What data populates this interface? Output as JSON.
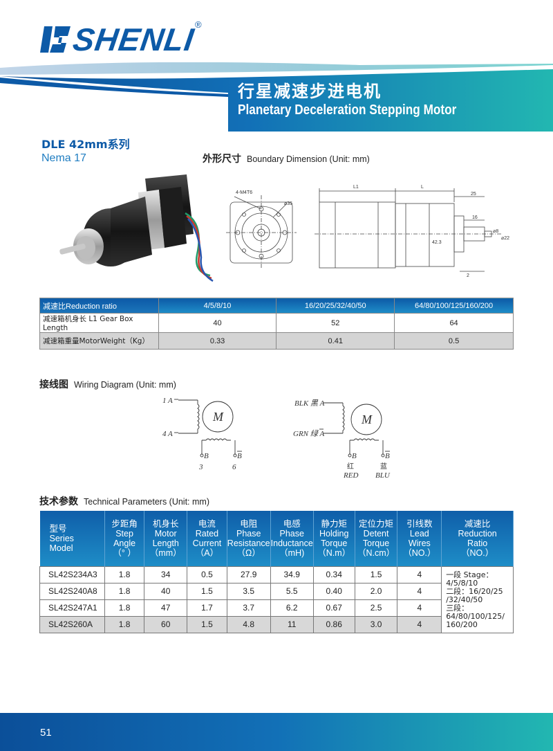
{
  "brand": {
    "name": "SHENLI",
    "reg": "®"
  },
  "banner": {
    "title_cn": "行星减速步进电机",
    "title_en": "Planetary Deceleration Stepping Motor"
  },
  "series": {
    "title": "DLE 42mm系列",
    "subtitle": "Nema 17"
  },
  "dimension": {
    "title_cn": "外形尺寸",
    "title_en": "Boundary Dimension (Unit: mm)",
    "labels": {
      "holes": "4-M4T6",
      "pcd": "⌀35",
      "l1": "L1",
      "l": "L",
      "len25": "25",
      "len16": "16",
      "shaft": "⌀8",
      "boss": "⌀22",
      "len2": "2",
      "len43": "42.3"
    }
  },
  "reduction_table": {
    "header": [
      "减速比Reduction ratio",
      "4/5/8/10",
      "16/20/25/32/40/50",
      "64/80/100/125/160/200"
    ],
    "rows": [
      [
        "减速箱机身长 L1 Gear Box Length",
        "40",
        "52",
        "64"
      ],
      [
        "减速箱重量MotorWeight（Kg）",
        "0.33",
        "0.41",
        "0.5"
      ]
    ]
  },
  "wiring": {
    "title_cn": "接线图",
    "title_en": "Wiring Diagram (Unit: mm)",
    "left": {
      "a_label": "1 A",
      "abar_label": "4 A",
      "b_label": "B",
      "bbar_label": "B",
      "b_num": "3",
      "bbar_num": "6",
      "motor": "M"
    },
    "right": {
      "a_label": "BLK 黑 A",
      "abar_label": "GRN 绿 A",
      "b_label": "B",
      "bbar_label": "B",
      "b_cn": "红",
      "bbar_cn": "蓝",
      "b_en": "RED",
      "bbar_en": "BLU",
      "motor": "M"
    }
  },
  "tech": {
    "title_cn": "技术参数",
    "title_en": "Technical Parameters (Unit: mm)",
    "headers": [
      {
        "cn": "型号",
        "en1": "Series",
        "en2": "Model",
        "unit": ""
      },
      {
        "cn": "步距角",
        "en1": "Step",
        "en2": "Angle",
        "unit": "（°  ）"
      },
      {
        "cn": "机身长",
        "en1": "Motor",
        "en2": "Length",
        "unit": "（mm）"
      },
      {
        "cn": "电流",
        "en1": "Rated",
        "en2": "Current",
        "unit": "（A）"
      },
      {
        "cn": "电阻",
        "en1": "Phase",
        "en2": "Resistance",
        "unit": "（Ω）"
      },
      {
        "cn": "电感",
        "en1": "Phase",
        "en2": "Inductance",
        "unit": "（mH)"
      },
      {
        "cn": "静力矩",
        "en1": "Holding",
        "en2": "Torque",
        "unit": "（N.m）"
      },
      {
        "cn": "定位力矩",
        "en1": "Detent",
        "en2": "Torque",
        "unit": "（N.cm）"
      },
      {
        "cn": "引线数",
        "en1": "Lead",
        "en2": "Wires",
        "unit": "（NO.）"
      },
      {
        "cn": "减速比",
        "en1": "Reduction",
        "en2": "Ratio",
        "unit": "（NO.）"
      }
    ],
    "rows": [
      [
        "SL42S234A3",
        "1.8",
        "34",
        "0.5",
        "27.9",
        "34.9",
        "0.34",
        "1.5",
        "4"
      ],
      [
        "SL42S240A8",
        "1.8",
        "40",
        "1.5",
        "3.5",
        "5.5",
        "0.40",
        "2.0",
        "4"
      ],
      [
        "SL42S247A1",
        "1.8",
        "47",
        "1.7",
        "3.7",
        "6.2",
        "0.67",
        "2.5",
        "4"
      ],
      [
        "SL42S260A",
        "1.8",
        "60",
        "1.5",
        "4.8",
        "11",
        "0.86",
        "3.0",
        "4"
      ]
    ],
    "ratio_note": [
      "一段 Stage：",
      "4/5/8/10",
      "二段：16/20/25",
      "/32/40/50",
      "三段：",
      "64/80/100/125/",
      "160/200"
    ]
  },
  "footer": {
    "page": "51"
  },
  "colors": {
    "brand_blue": "#0d5aa7",
    "teal": "#1fb5b0",
    "gray_row": "#d4d4d4"
  }
}
